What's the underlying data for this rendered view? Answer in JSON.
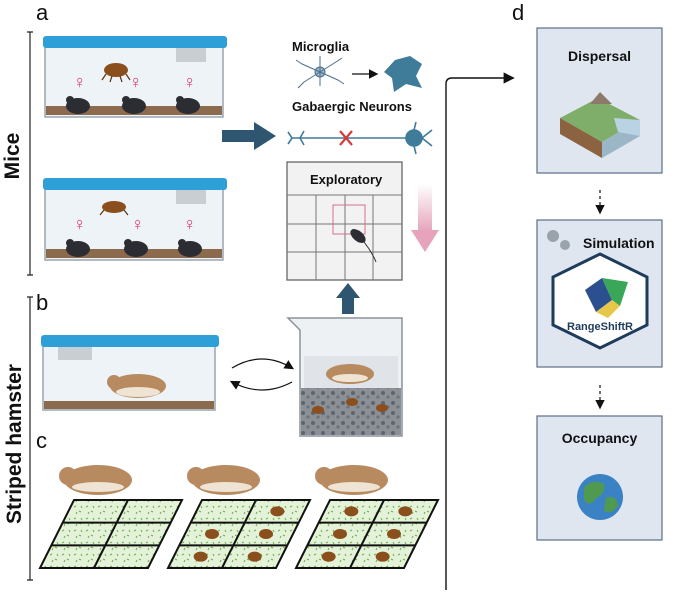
{
  "panel_letters": {
    "a": "a",
    "b": "b",
    "c": "c",
    "d": "d"
  },
  "side_labels": {
    "mice": "Mice",
    "hamster": "Striped hamster"
  },
  "neuro": {
    "microglia": "Microglia",
    "gaba": "Gabaergic Neurons"
  },
  "exploratory": "Exploratory",
  "flow": {
    "dispersal": "Dispersal",
    "simulation": "Simulation",
    "rangeshiftr": "RangeShiftR",
    "occupancy": "Occupancy"
  },
  "female_symbol": "♀",
  "colors": {
    "lid": "#2f9fd8",
    "arrow": "#2e5670",
    "pink_arrow": "#e9a6bd",
    "flow_box": "#dfe6f0",
    "grid_fill": "#cfe8c0"
  }
}
